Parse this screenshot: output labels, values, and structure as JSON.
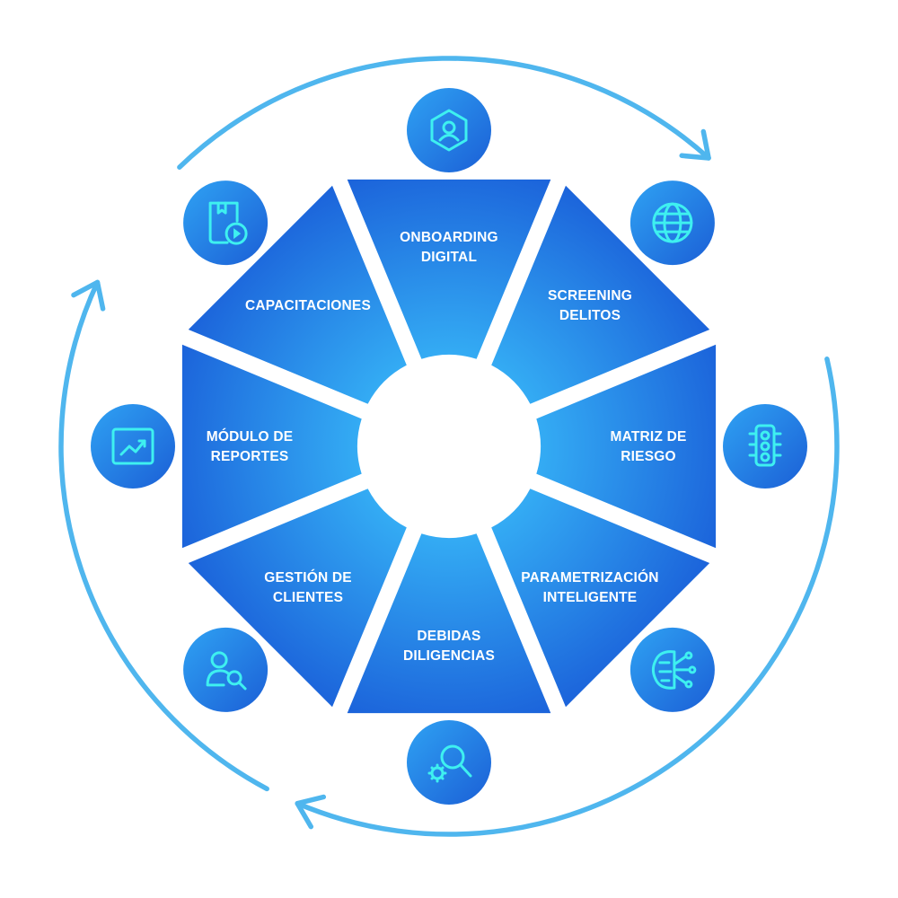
{
  "colors": {
    "segment_center": "#2d9ef0",
    "segment_edge": "#1a5fd9",
    "icon_circle_light": "#2d9ef2",
    "icon_circle_dark": "#1b62d8",
    "icon_stroke": "#3ef0f0",
    "arrow": "#4fb6ee",
    "background": "#ffffff"
  },
  "segments": [
    {
      "name": "onboarding-digital",
      "lines": [
        "ONBOARDING",
        "DIGITAL"
      ],
      "icon": "user-hexagon-icon"
    },
    {
      "name": "screening-delitos",
      "lines": [
        "SCREENING",
        "DELITOS"
      ],
      "icon": "globe-icon"
    },
    {
      "name": "matriz-de-riesgo",
      "lines": [
        "MATRIZ DE",
        "RIESGO"
      ],
      "icon": "traffic-light-icon"
    },
    {
      "name": "parametrizacion-inteligente",
      "lines": [
        "PARAMETRIZACIÓN",
        "INTELIGENTE"
      ],
      "icon": "ai-brain-icon"
    },
    {
      "name": "debidas-diligencias",
      "lines": [
        "DEBIDAS",
        "DILIGENCIAS"
      ],
      "icon": "search-gear-icon"
    },
    {
      "name": "gestion-de-clientes",
      "lines": [
        "GESTIÓN DE",
        "CLIENTES"
      ],
      "icon": "user-search-icon"
    },
    {
      "name": "modulo-de-reportes",
      "lines": [
        "MÓDULO DE",
        "REPORTES"
      ],
      "icon": "chart-trend-icon"
    },
    {
      "name": "capacitaciones",
      "lines": [
        "CAPACITACIONES"
      ],
      "icon": "book-play-icon"
    }
  ]
}
